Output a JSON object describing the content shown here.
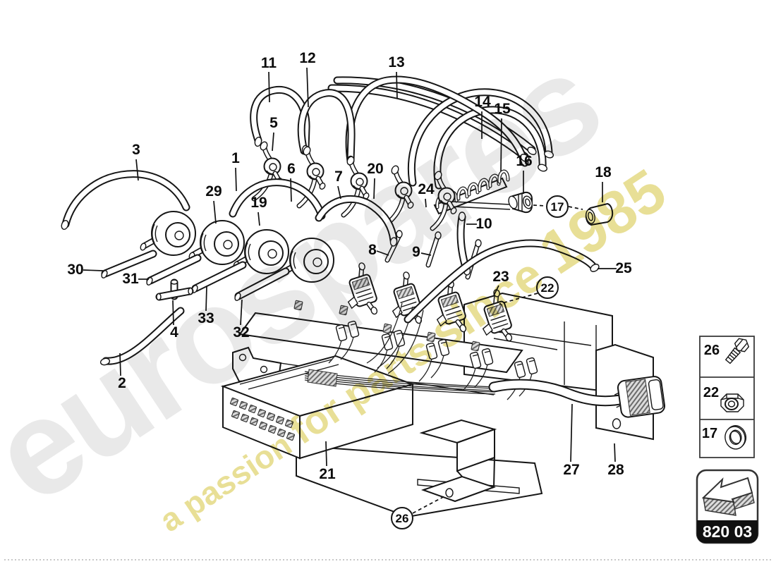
{
  "page": {
    "background": "#ffffff",
    "bottom_rule_color": "#c8c8c8"
  },
  "watermark": {
    "brand": "eurospares",
    "brand_color": "#e9e9e9",
    "tagline_a": "a passion ",
    "tagline_b": "for parts ",
    "tagline_c": "since ",
    "tagline_d": "1985",
    "tagline_color": "#e7dd8e"
  },
  "diagram": {
    "description": "Exploded parts diagram: vacuum hoses, check valves, vacuum actuators, solenoid valves, ECU and wiring loom",
    "labels": [
      "11",
      "12",
      "13",
      "14",
      "15",
      "5",
      "3",
      "1",
      "6",
      "7",
      "20",
      "24",
      "16",
      "18",
      "29",
      "19",
      "10",
      "8",
      "9",
      "30",
      "31",
      "23",
      "25",
      "4",
      "33",
      "32",
      "2",
      "21",
      "27",
      "28"
    ],
    "circled_labels": [
      "17",
      "22",
      "26"
    ]
  },
  "legend": {
    "items": [
      {
        "number": "26",
        "icon": "bolt-icon"
      },
      {
        "number": "22",
        "icon": "nut-icon"
      },
      {
        "number": "17",
        "icon": "washer-icon"
      }
    ]
  },
  "badge": {
    "code": "820 03",
    "icon": "direction-arrow-icon"
  }
}
